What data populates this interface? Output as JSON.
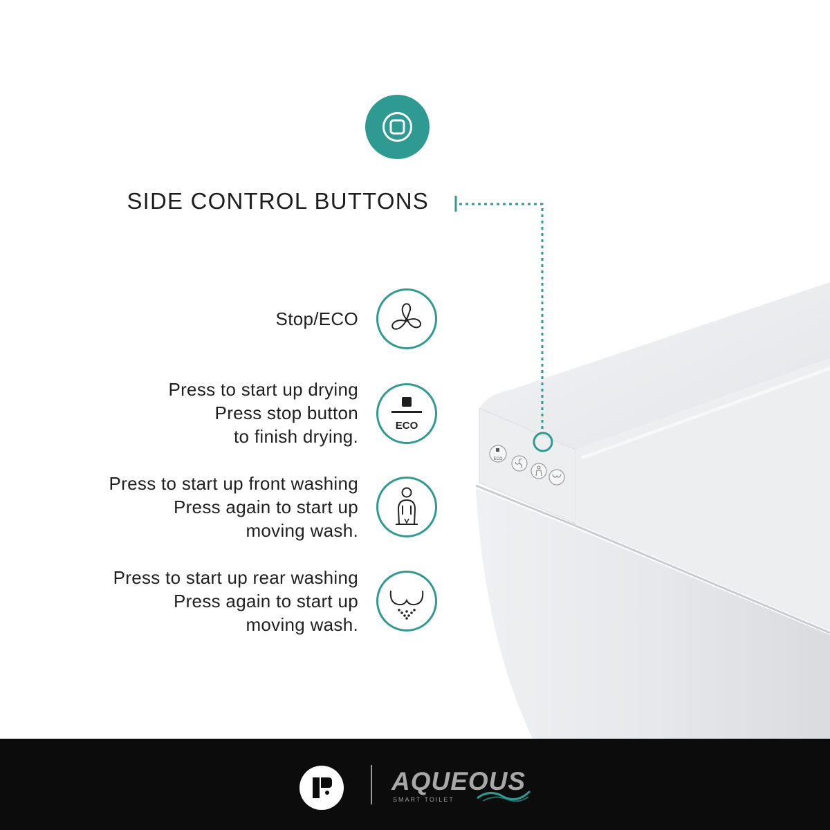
{
  "title": "SIDE CONTROL BUTTONS",
  "colors": {
    "accent": "#2f9a92",
    "text": "#1d1d1d",
    "footer_bg": "#0c0c0c"
  },
  "header_icon": "stop-button-icon",
  "features": [
    {
      "icon": "fan-icon",
      "lines": [
        "Stop/ECO"
      ]
    },
    {
      "icon": "stop-eco-icon",
      "icon_label": "ECO",
      "lines": [
        "Press to start up drying",
        "Press stop button",
        "to finish drying."
      ]
    },
    {
      "icon": "front-wash-icon",
      "lines": [
        "Press to start up front washing",
        "Press again to start up",
        "moving wash."
      ]
    },
    {
      "icon": "rear-wash-icon",
      "lines": [
        "Press to start up rear washing",
        "Press again to start up",
        "moving wash."
      ]
    }
  ],
  "panel_buttons": {
    "eco_label": "ECO"
  },
  "footer": {
    "mark": "brand-monogram-icon",
    "brand_name": "AQUEOUS",
    "brand_sub": "SMART TOILET"
  }
}
